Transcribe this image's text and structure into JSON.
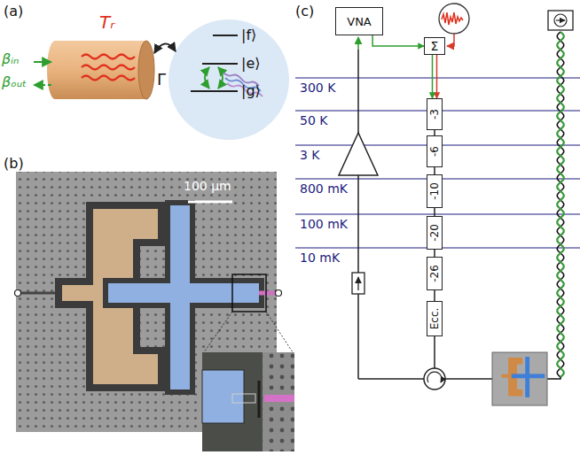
{
  "diagram": {
    "nodes": [
      {
        "text": [
          "VNA"
        ]
      },
      {
        "text": [
          "Σ"
        ]
      },
      {
        "text": [
          "-3"
        ]
      },
      {
        "text": [
          "-6"
        ]
      },
      {
        "text": [
          "-10"
        ]
      },
      {
        "text": [
          "-20"
        ]
      },
      {
        "text": [
          "-26"
        ]
      },
      {
        "text": [
          "Ecc."
        ]
      }
    ],
    "edges": [
      {
        "from": 0,
        "to": 1,
        "arrow": "to"
      },
      {
        "from": 1,
        "to": 2,
        "arrow": "to"
      },
      {
        "from": 2,
        "to": 3,
        "arrow": "none"
      },
      {
        "from": 3,
        "to": 4,
        "arrow": "none"
      },
      {
        "from": 4,
        "to": 5,
        "arrow": "none"
      },
      {
        "from": 5,
        "to": 6,
        "arrow": "none"
      },
      {
        "from": 6,
        "to": 7,
        "arrow": "none"
      }
    ],
    "labels": [
      "(a)",
      "Tᵣ",
      "βᵢₙ",
      "βₒᵤₜ",
      "Γ",
      "|f⟩",
      "|e⟩",
      "|g⟩",
      "(b)",
      "100 μm",
      "(c)",
      "300 K",
      "50 K",
      "3 K",
      "800 mK",
      "100 mK",
      "10 mK"
    ]
  }
}
